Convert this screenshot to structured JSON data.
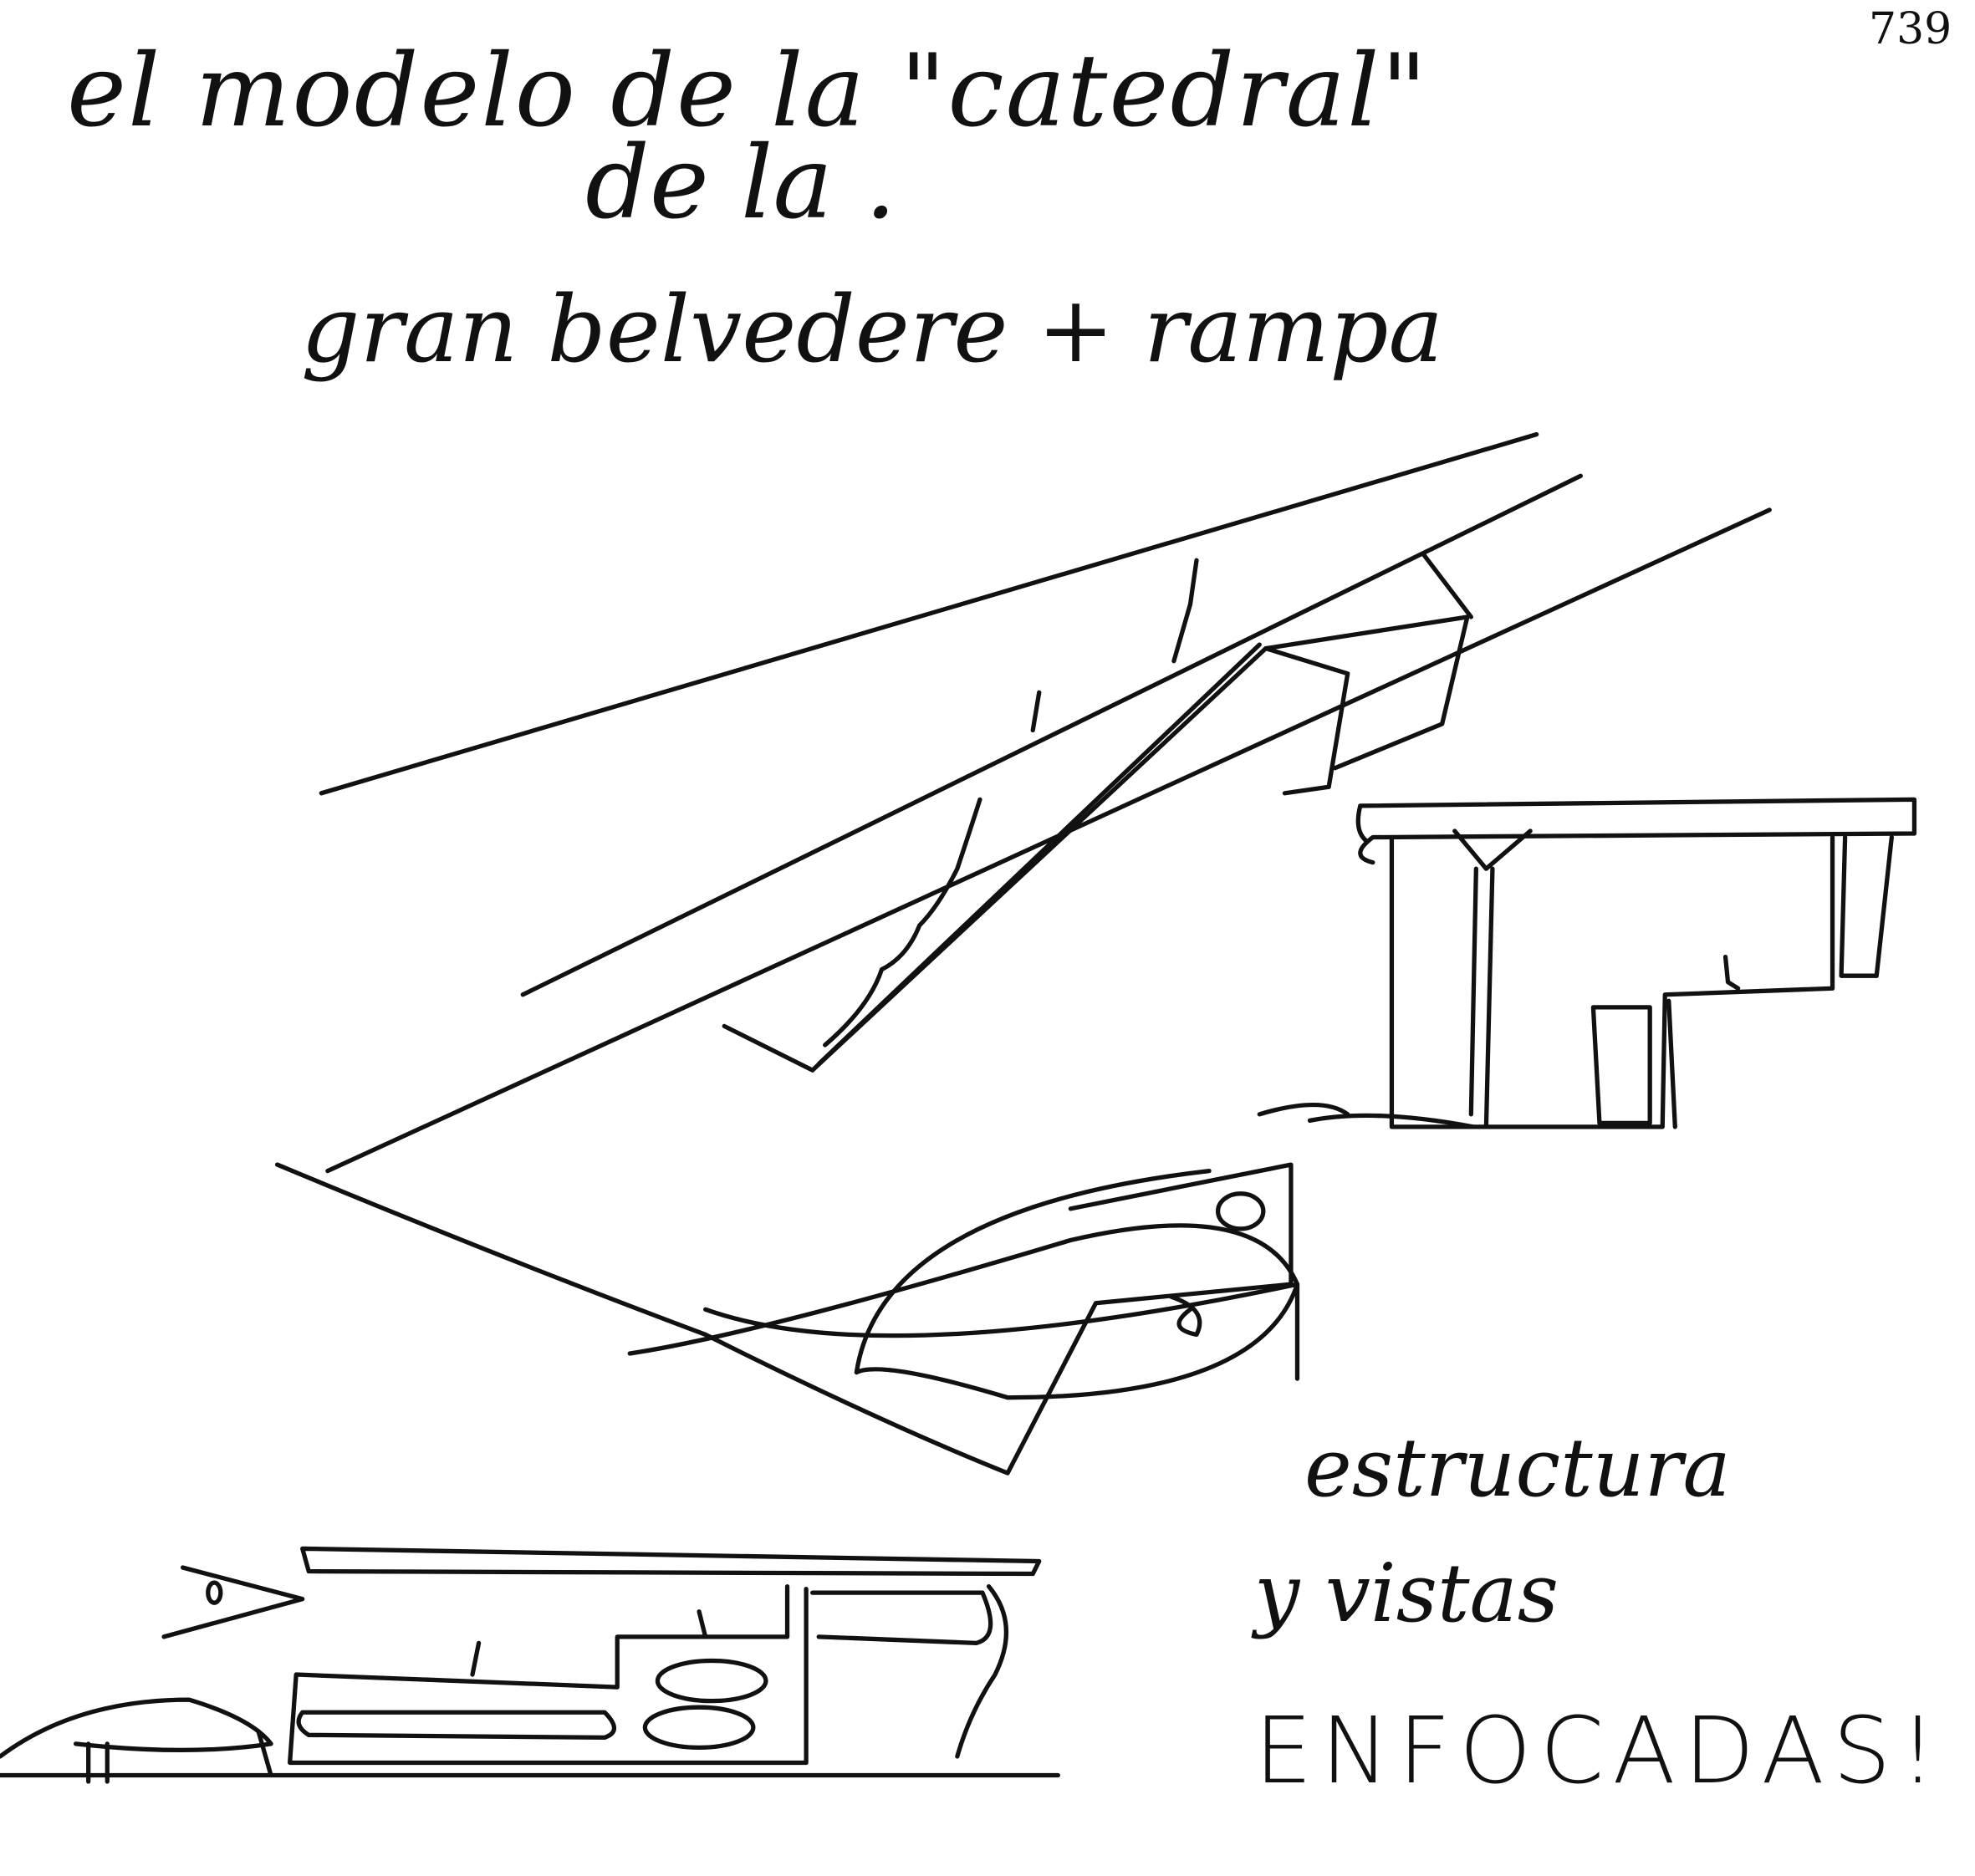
{
  "page_number": "739",
  "notes": {
    "line1": "el modelo de la \"catedral\"",
    "line2": "de la .",
    "line3": "gran belvedere + rampa",
    "line4": "estructura",
    "line5": "y vistas",
    "line6": "ENFOCADAS!"
  },
  "colors": {
    "ink": "#111111",
    "paper": "#ffffff"
  }
}
